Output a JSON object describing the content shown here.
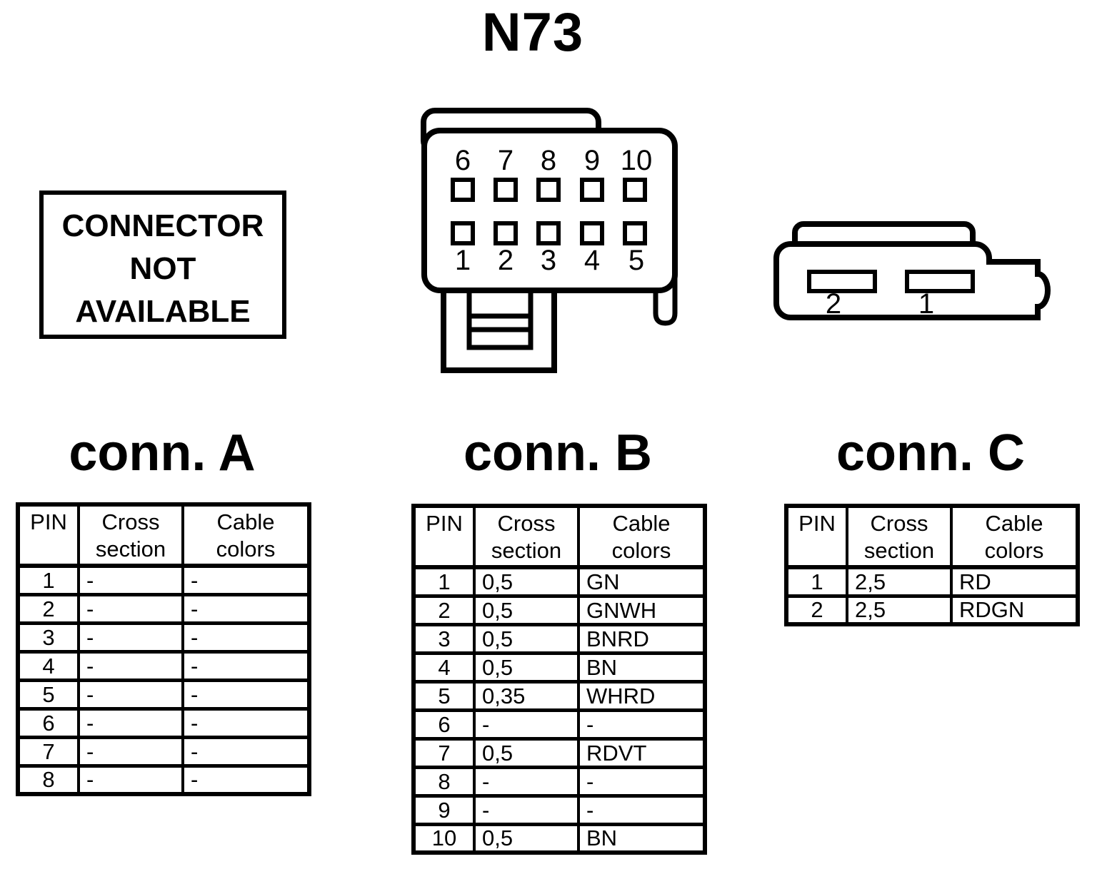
{
  "page_title": "N73",
  "colors": {
    "ink": "#000000",
    "paper": "#ffffff"
  },
  "unavailable_box": {
    "lines": [
      "CONNECTOR",
      "NOT",
      "AVAILABLE"
    ]
  },
  "connector_b_drawing": {
    "top_pin_labels": [
      "6",
      "7",
      "8",
      "9",
      "10"
    ],
    "bottom_pin_labels": [
      "1",
      "2",
      "3",
      "4",
      "5"
    ]
  },
  "connector_c_drawing": {
    "pin_labels": [
      "2",
      "1"
    ]
  },
  "table_headers": {
    "pin": "PIN",
    "cross_section": "Cross section",
    "cable_colors": "Cable colors"
  },
  "conn_a": {
    "title": "conn. A",
    "rows": [
      [
        "1",
        "-",
        "-"
      ],
      [
        "2",
        "-",
        "-"
      ],
      [
        "3",
        "-",
        "-"
      ],
      [
        "4",
        "-",
        "-"
      ],
      [
        "5",
        "-",
        "-"
      ],
      [
        "6",
        "-",
        "-"
      ],
      [
        "7",
        "-",
        "-"
      ],
      [
        "8",
        "-",
        "-"
      ]
    ]
  },
  "conn_b": {
    "title": "conn. B",
    "rows": [
      [
        "1",
        "0,5",
        "GN"
      ],
      [
        "2",
        "0,5",
        "GNWH"
      ],
      [
        "3",
        "0,5",
        "BNRD"
      ],
      [
        "4",
        "0,5",
        "BN"
      ],
      [
        "5",
        "0,35",
        "WHRD"
      ],
      [
        "6",
        "-",
        "-"
      ],
      [
        "7",
        "0,5",
        "RDVT"
      ],
      [
        "8",
        "-",
        "-"
      ],
      [
        "9",
        "-",
        "-"
      ],
      [
        "10",
        "0,5",
        "BN"
      ]
    ]
  },
  "conn_c": {
    "title": "conn. C",
    "rows": [
      [
        "1",
        "2,5",
        "RD"
      ],
      [
        "2",
        "2,5",
        "RDGN"
      ]
    ]
  }
}
